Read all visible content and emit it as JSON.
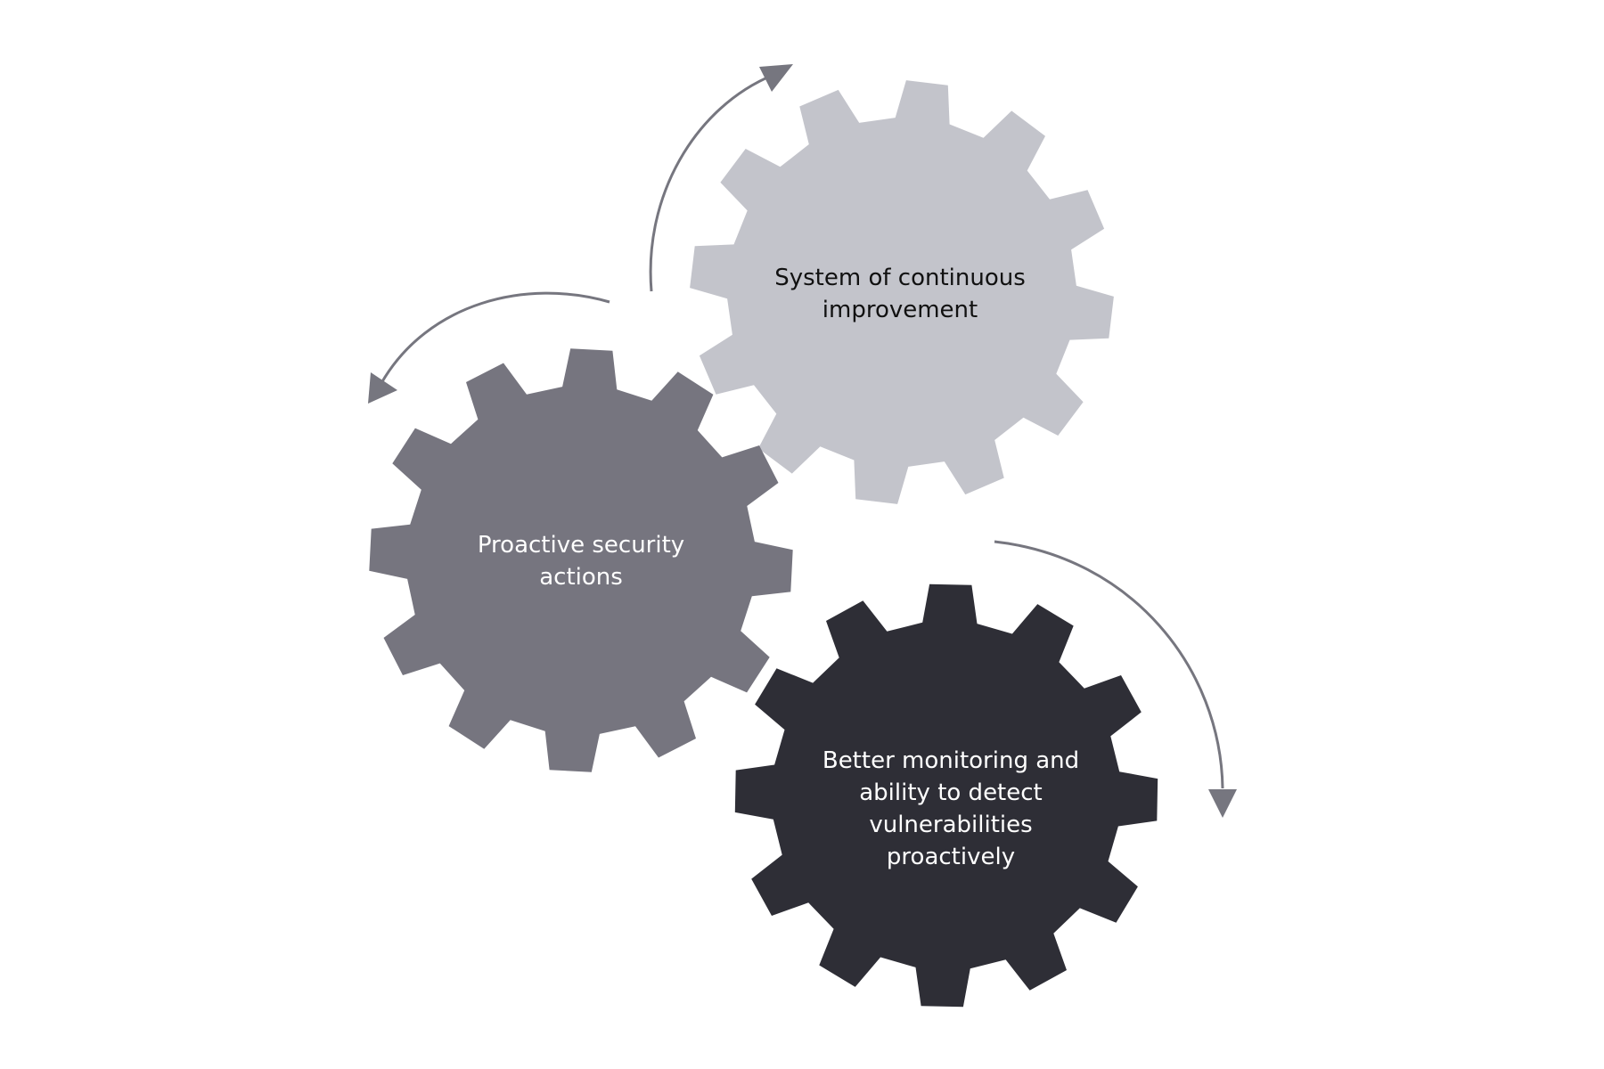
{
  "colors": {
    "gear_light": "#c3c4cb",
    "gear_medium": "#76757f",
    "gear_dark": "#2e2e36",
    "arrow": "#76767f",
    "text_dark": "#111111",
    "text_light": "#ffffff"
  },
  "gears": [
    {
      "id": "continuous-improvement",
      "lines": [
        "System of continuous",
        "improvement"
      ]
    },
    {
      "id": "proactive-security",
      "lines": [
        "Proactive security",
        "actions"
      ]
    },
    {
      "id": "better-monitoring",
      "lines": [
        "Better monitoring and",
        "ability to detect",
        "vulnerabilities",
        "proactively"
      ]
    }
  ]
}
